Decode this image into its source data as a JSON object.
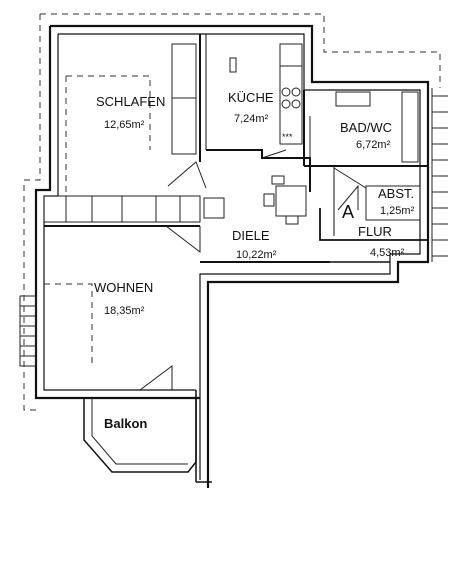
{
  "rooms": [
    {
      "id": "schlafen",
      "name": "SCHLAFEN",
      "area": "12,65m²"
    },
    {
      "id": "kueche",
      "name": "KÜCHE",
      "area": "7,24m²"
    },
    {
      "id": "bad",
      "name": "BAD/WC",
      "area": "6,72m²"
    },
    {
      "id": "abst",
      "name": "ABST.",
      "area": "1,25m²"
    },
    {
      "id": "diele",
      "name": "DIELE",
      "area": "10,22m²"
    },
    {
      "id": "flur",
      "name": "FLUR",
      "area": "4,53m²"
    },
    {
      "id": "wohnen",
      "name": "WOHNEN",
      "area": "18,35m²"
    }
  ],
  "marker": "A",
  "balcony": "Balkon"
}
